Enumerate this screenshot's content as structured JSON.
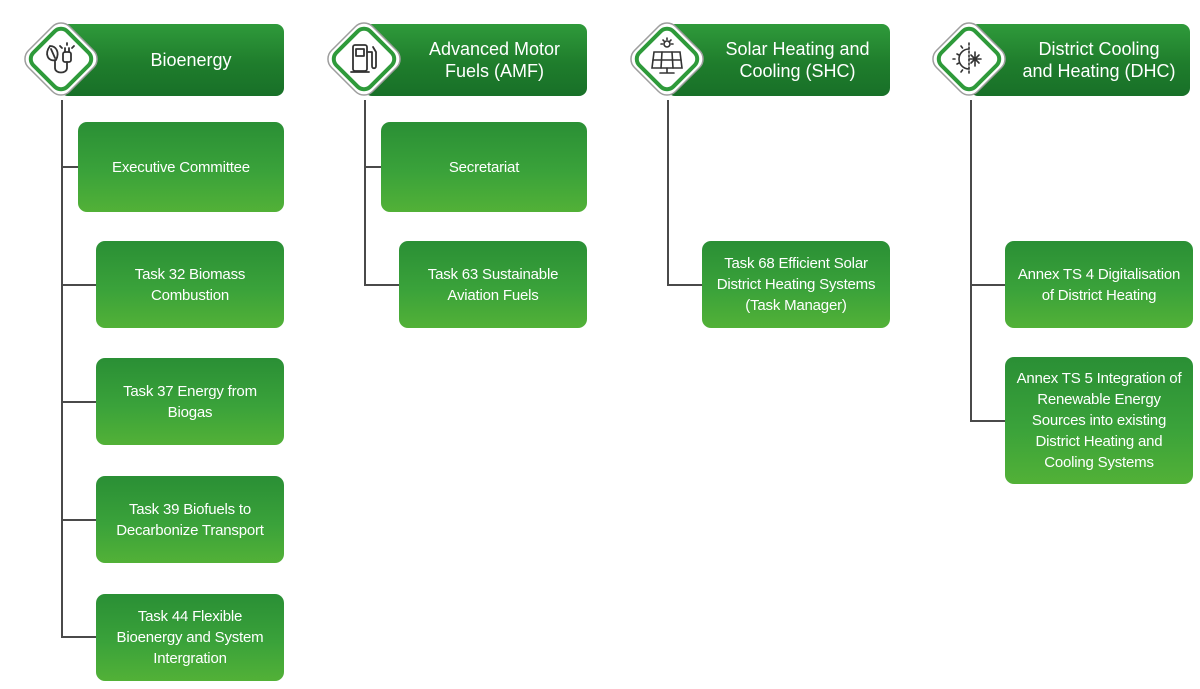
{
  "colors": {
    "green_dark": "#187028",
    "green_light": "#52b137",
    "line": "#4a4a4a"
  },
  "columns": [
    {
      "title": "Bioenergy",
      "icon": "leaf-plug-icon",
      "items": [
        "Executive Committee",
        "Task 32 Biomass\nCombustion",
        "Task 37 Energy from\nBiogas",
        "Task 39 Biofuels to\nDecarbonize Transport",
        "Task 44 Flexible\nBioenergy and System\nIntergration"
      ]
    },
    {
      "title": "Advanced Motor\nFuels (AMF)",
      "icon": "fuel-pump-icon",
      "items": [
        "Secretariat",
        "Task 63 Sustainable\nAviation Fuels"
      ]
    },
    {
      "title": "Solar Heating and\nCooling (SHC)",
      "icon": "solar-panel-icon",
      "items": [
        "Task 68 Efficient Solar\nDistrict Heating Systems\n(Task Manager)"
      ]
    },
    {
      "title": "District Cooling\nand Heating (DHC)",
      "icon": "sun-snowflake-icon",
      "items": [
        "Annex TS 4 Digitalisation\nof District Heating",
        "Annex TS 5 Integration of\nRenewable Energy\nSources into existing\nDistrict Heating and\nCooling Systems"
      ]
    }
  ]
}
